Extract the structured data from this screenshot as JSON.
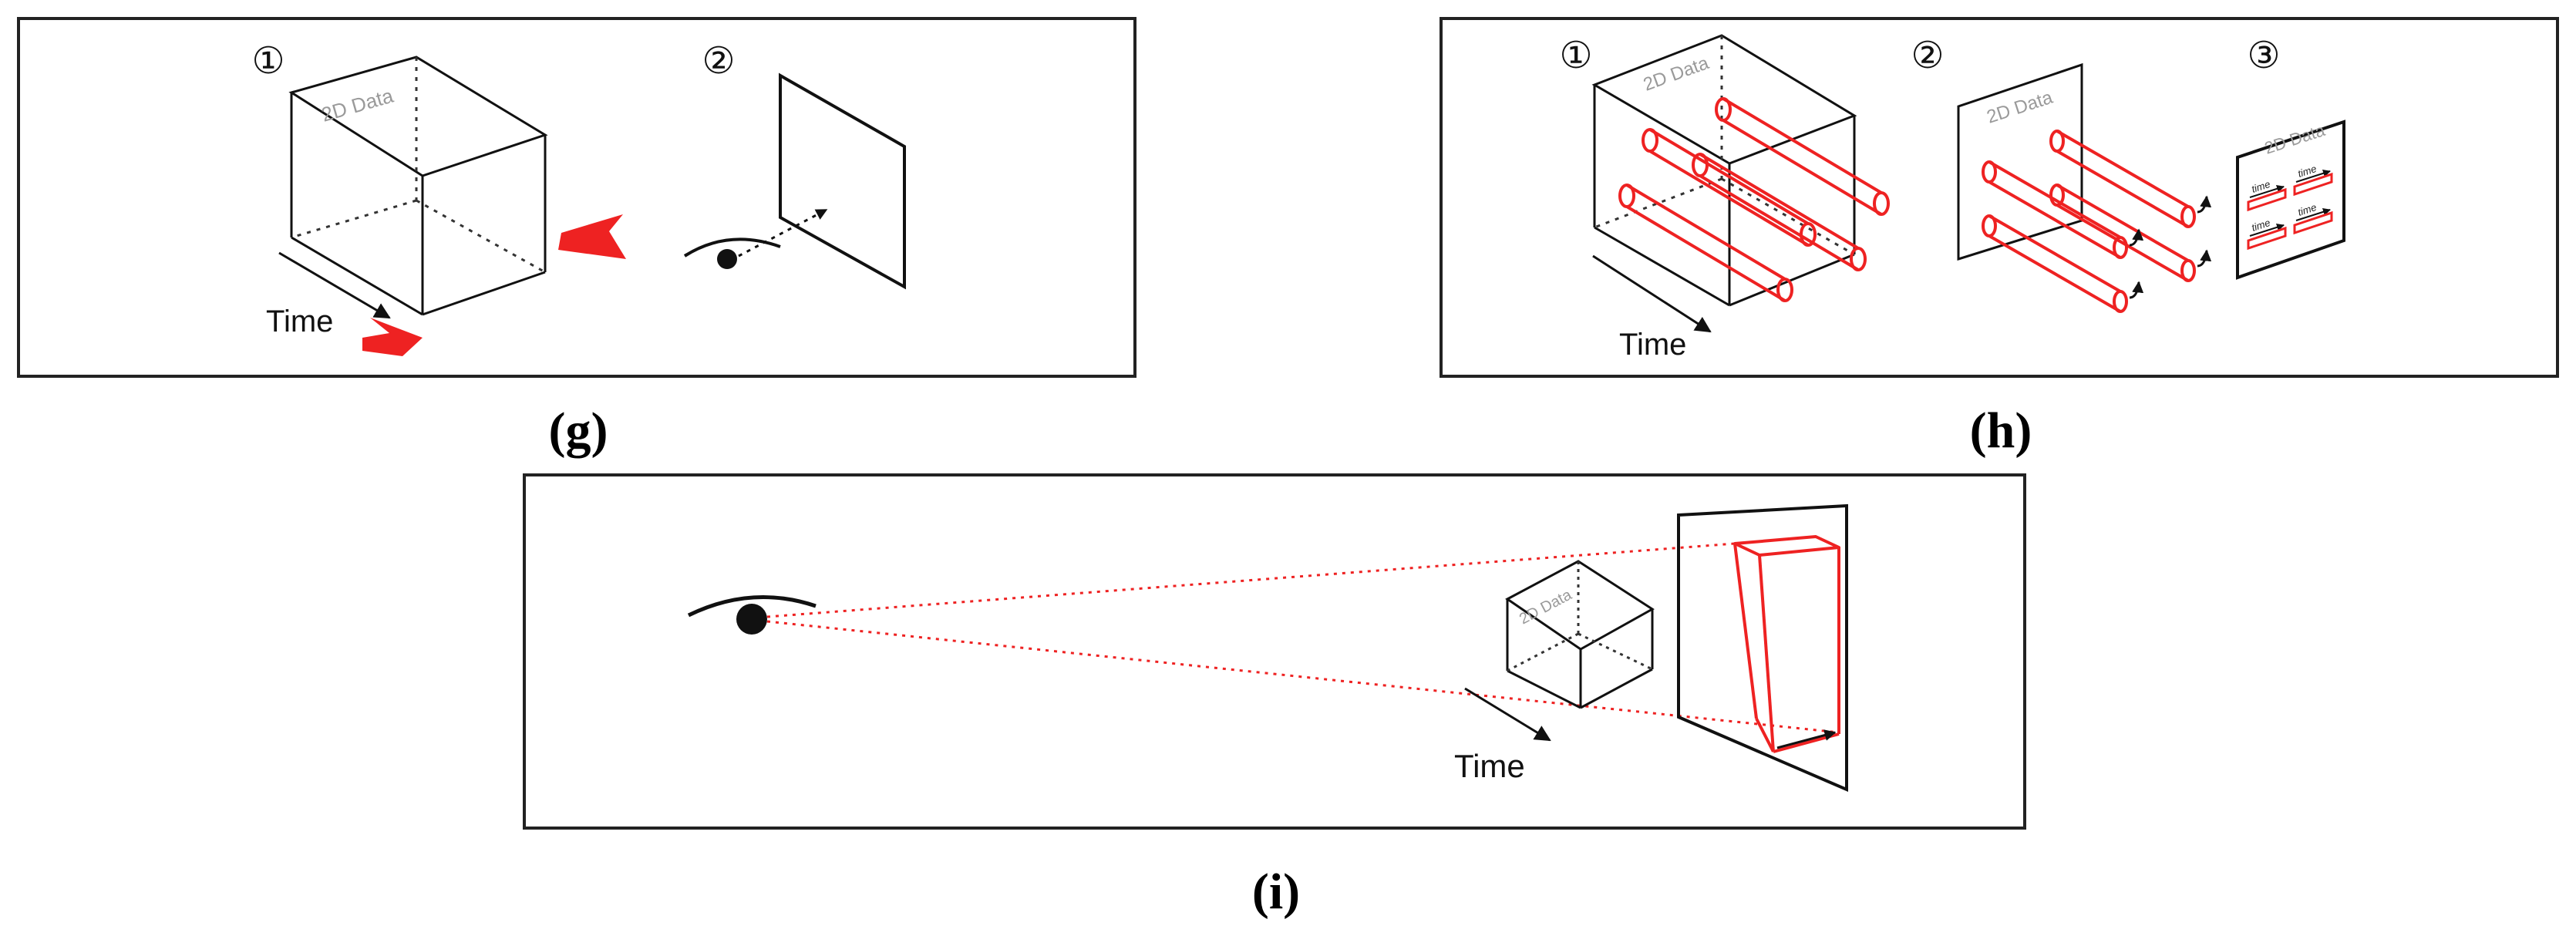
{
  "panels": {
    "g": {
      "caption": "(g)",
      "step1": "①",
      "step2": "②",
      "cube_label": "2D Data",
      "time_label": "Time"
    },
    "h": {
      "caption": "(h)",
      "step1": "①",
      "step2": "②",
      "step3": "③",
      "cube_label": "2D Data",
      "plane_label": "2D Data",
      "sheet_label": "2D Data",
      "time_label": "Time",
      "mini_labels": [
        "time",
        "time",
        "time",
        "time"
      ]
    },
    "i": {
      "caption": "(i)",
      "cube_label": "2D Data",
      "time_label": "Time"
    }
  },
  "colors": {
    "accent": "#ee2222",
    "ink": "#111111",
    "hidden_edge": "#333333"
  },
  "icons": [
    "eye-icon",
    "red-arrow-icon",
    "tube-icon"
  ]
}
